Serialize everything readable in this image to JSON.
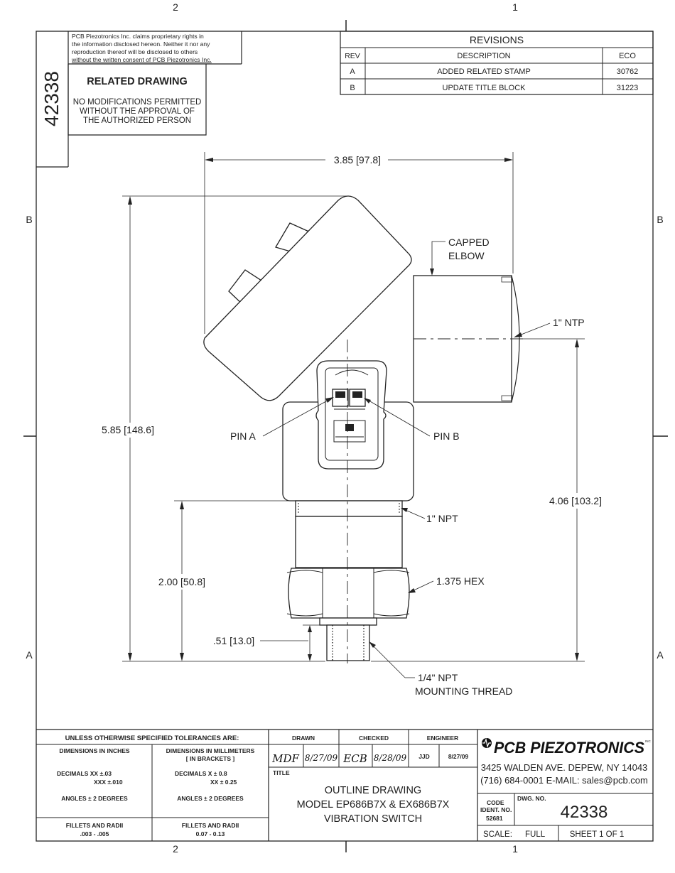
{
  "zone_labels": {
    "top_2": "2",
    "top_1": "1",
    "bottom_2": "2",
    "bottom_1": "1",
    "left_b": "B",
    "right_b": "B",
    "left_a": "A",
    "right_a": "A"
  },
  "side_dwg_no": "42338",
  "proprietary_notice": [
    "PCB Piezotronics Inc. claims proprietary rights in",
    "the information disclosed hereon.  Neither it nor any",
    "reproduction thereof will be disclosed to others",
    "without the written consent of PCB Piezotronics Inc."
  ],
  "related_stamp": {
    "title": "RELATED DRAWING",
    "lines": [
      "NO MODIFICATIONS PERMITTED",
      "WITHOUT THE APPROVAL OF",
      "THE AUTHORIZED PERSON"
    ]
  },
  "revisions": {
    "title": "REVISIONS",
    "headers": {
      "rev": "REV",
      "description": "DESCRIPTION",
      "eco": "ECO"
    },
    "rows": [
      {
        "rev": "A",
        "description": "ADDED RELATED STAMP",
        "eco": "30762"
      },
      {
        "rev": "B",
        "description": "UPDATE TITLE BLOCK",
        "eco": "31223"
      }
    ]
  },
  "callouts": {
    "overall_width": "3.85 [97.8]",
    "capped_elbow_1": "CAPPED",
    "capped_elbow_2": "ELBOW",
    "ntp": "1\" NTP",
    "overall_height": "5.85 [148.6]",
    "pin_a": "PIN A",
    "pin_b": "PIN B",
    "side_height": "4.06 [103.2]",
    "npt": "1\" NPT",
    "hex": "1.375 HEX",
    "lower_height": "2.00 [50.8]",
    "thread_height": ".51 [13.0]",
    "mount_1": "1/4\" NPT",
    "mount_2": "MOUNTING THREAD"
  },
  "title_block": {
    "tolerances_header": "UNLESS OTHERWISE SPECIFIED TOLERANCES ARE:",
    "inch_header": "DIMENSIONS  IN INCHES",
    "mm_header_1": "DIMENSIONS IN MILLIMETERS",
    "mm_header_2": "[ IN BRACKETS ]",
    "inch_dec_1": "DECIMALS   XX  ±.03",
    "inch_dec_2": "XXX  ±.010",
    "mm_dec_1": "DECIMALS   X  ± 0.8",
    "mm_dec_2": "XX  ± 0.25",
    "inch_angles": "ANGLES  ±  2 DEGREES",
    "mm_angles": "ANGLES  ±  2 DEGREES",
    "inch_fillets_1": "FILLETS AND RADII",
    "inch_fillets_2": ".003 - .005",
    "mm_fillets_1": "FILLETS AND RADII",
    "mm_fillets_2": "0.07 - 0.13",
    "drawn_label": "DRAWN",
    "checked_label": "CHECKED",
    "engineer_label": "ENGINEER",
    "drawn_by": "MDF",
    "drawn_date": "8/27/09",
    "checked_by": "ECB",
    "checked_date": "8/28/09",
    "engineer_by": "JJD",
    "engineer_date": "8/27/09",
    "title_label": "TITLE",
    "title_1": "OUTLINE DRAWING",
    "title_2": "MODEL EP686B7X & EX686B7X",
    "title_3": "VIBRATION SWITCH",
    "company": "PCB PIEZOTRONICS",
    "tm": "INC",
    "address_1": "3425 WALDEN AVE. DEPEW, NY 14043",
    "address_2": "(716)  684-0001 E-MAIL:  sales@pcb.com",
    "code_ident_1": "CODE",
    "code_ident_2": "IDENT. NO.",
    "code_ident_3": "52681",
    "dwg_no_label": "DWG. NO.",
    "dwg_no": "42338",
    "scale_label": "SCALE:",
    "scale_value": "FULL",
    "sheet": "SHEET   1  OF  1"
  },
  "colors": {
    "ink": "#222222",
    "paper": "#ffffff"
  }
}
